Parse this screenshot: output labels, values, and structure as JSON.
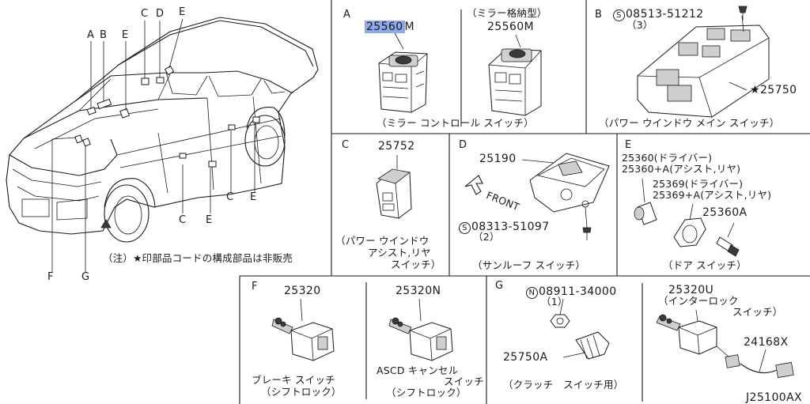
{
  "car_callouts": {
    "a": "A",
    "b": "B",
    "c1": "C",
    "d": "D",
    "e1": "E",
    "e2": "E",
    "c2": "C",
    "e3": "E",
    "c3": "C",
    "e4": "E",
    "f": "F",
    "g": "G"
  },
  "footnote": "（注）★印部品コードの構成部品は非販売",
  "panel_a": {
    "letter": "A",
    "part_main": "25560",
    "part_main_suffix": "M",
    "folding_note": "（ミラー格納型）",
    "part_folding": "25560M",
    "caption": "（ミラー コントロール スイッチ）"
  },
  "panel_b": {
    "letter": "B",
    "screw_symbol": "S",
    "screw_no": "08513-51212",
    "screw_qty": "（3）",
    "star_part": "★25750",
    "caption": "（パワー ウインドウ メイン スイッチ）"
  },
  "panel_c": {
    "letter": "C",
    "part": "25752",
    "caption_1": "（パワー ウインドウ",
    "caption_2": "アシスト,リヤ",
    "caption_3": "スイッチ）"
  },
  "panel_d": {
    "letter": "D",
    "part": "25190",
    "front": "FRONT",
    "screw_symbol": "S",
    "screw_no": "08313-51097",
    "screw_qty": "（2）",
    "caption": "（サンルーフ スイッチ）"
  },
  "panel_e": {
    "letter": "E",
    "l1": "25360(ドライバー)",
    "l2": "25360+A(アシスト,リヤ)",
    "l3": "25369(ドライバー)",
    "l4": "25369+A(アシスト,リヤ)",
    "l5": "25360A",
    "caption": "（ドア スイッチ）"
  },
  "panel_f": {
    "letter": "F",
    "part_1": "25320",
    "part_2": "25320N",
    "cap1_1": "ブレーキ スイッチ",
    "cap1_2": "（シフトロック）",
    "cap2_1": "ASCD キャンセル",
    "cap2_2": "スイッチ",
    "cap2_3": "（シフトロック）"
  },
  "panel_g": {
    "letter": "G",
    "nut_symbol": "N",
    "nut_no": "08911-34000",
    "nut_qty": "（1）",
    "part_a": "25750A",
    "caption_left": "（クラッチ　スイッチ用）",
    "part_u": "25320U",
    "interlock_1": "（インターロック",
    "interlock_2": "スイッチ）",
    "part_x": "24168X"
  },
  "diagram_id": "J25100AX"
}
